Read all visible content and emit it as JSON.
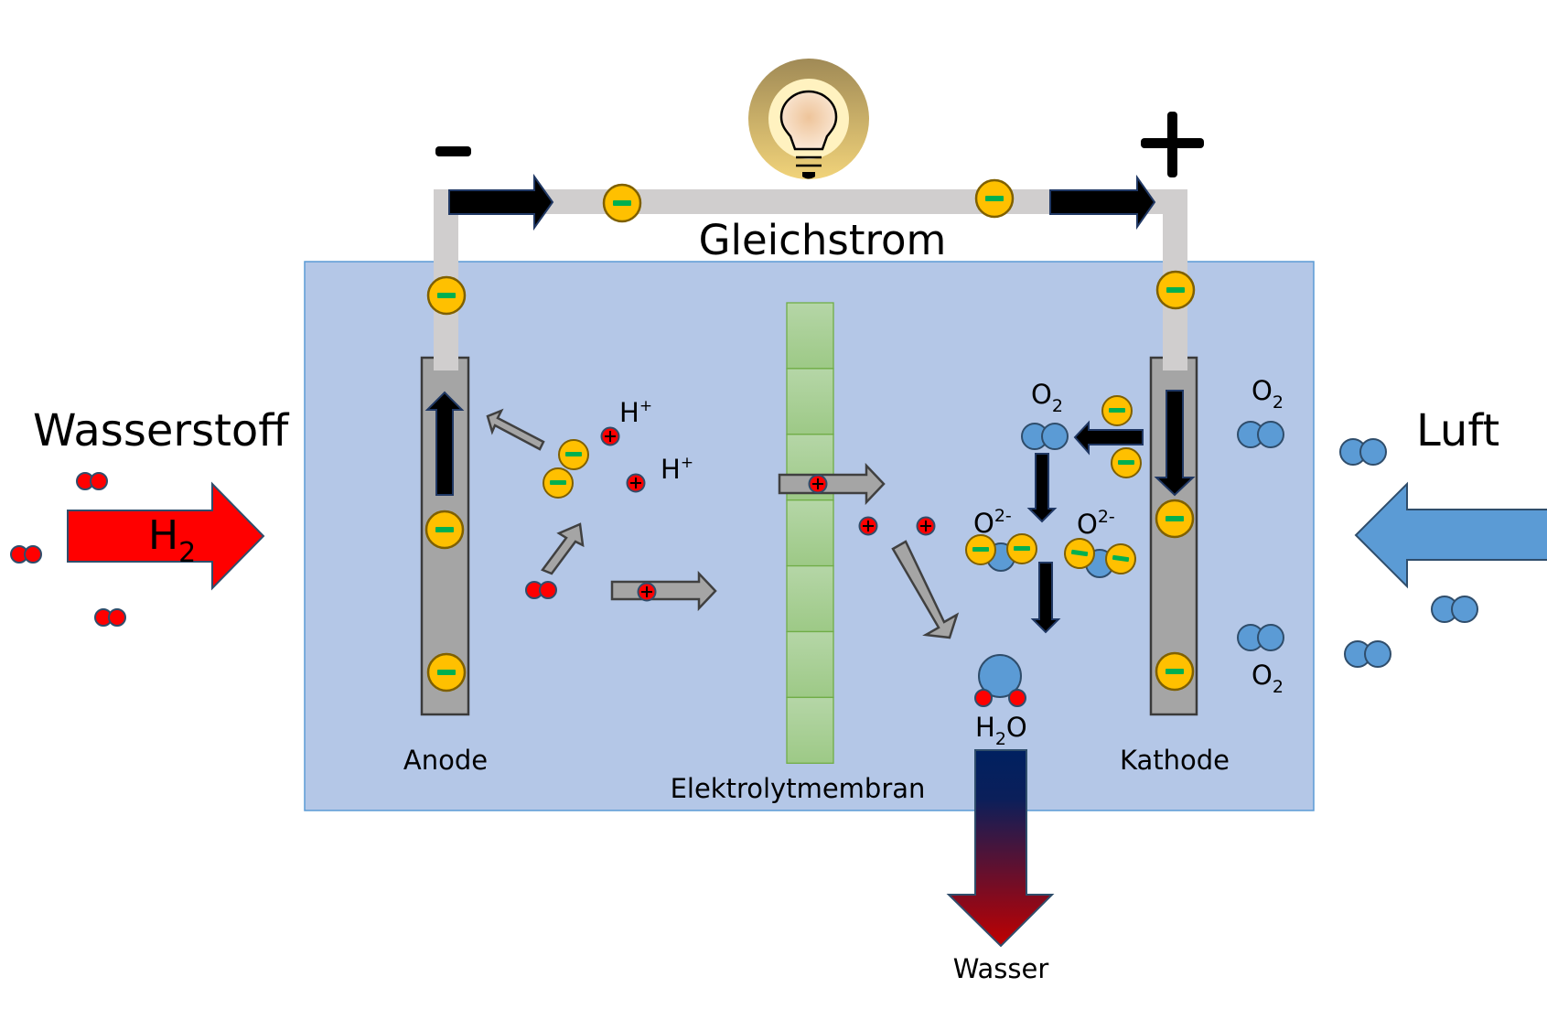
{
  "title": "Gleichstrom",
  "labels": {
    "hydrogen_input": "Wasserstoff",
    "hydrogen_arrow": "H",
    "hydrogen_arrow_sub": "2",
    "air_input": "Luft",
    "anode": "Anode",
    "cathode": "Kathode",
    "membrane": "Elektrolytmembran",
    "water_output": "Wasser",
    "terminal_negative": "-",
    "terminal_positive": "+",
    "proton_1": "H",
    "proton_1_sup": "+",
    "proton_2": "H",
    "proton_2_sup": "+",
    "o2_reaction": "O",
    "o2_reaction_sub": "2",
    "oxide_1": "O",
    "oxide_1_sup": "2-",
    "oxide_2": "O",
    "oxide_2_sup": "2-",
    "o2_top": "O",
    "o2_top_sub": "2",
    "o2_bottom": "O",
    "o2_bottom_sub": "2",
    "water_molecule": "H",
    "water_molecule_sub": "2",
    "water_molecule_tail": "O"
  },
  "icons": {
    "lamp": "light-bulb-icon",
    "electron": "electron-icon",
    "proton": "proton-icon",
    "hydrogen_molecule": "h2-molecule-icon",
    "oxygen_molecule": "o2-molecule-icon",
    "water_molecule": "h2o-molecule-icon"
  },
  "colors": {
    "cell_fill": "#b4c7e7",
    "cell_border": "#5b9bd5",
    "wire": "#d0cece",
    "electrode": "#a5a5a5",
    "membrane": "#a9d18e",
    "electron_fill": "#ffc000",
    "electron_sign": "#00b050",
    "hydrogen_red": "#ff0000",
    "oxygen_blue": "#5b9bd5",
    "water_top": "#002060",
    "water_bottom": "#c00000"
  }
}
